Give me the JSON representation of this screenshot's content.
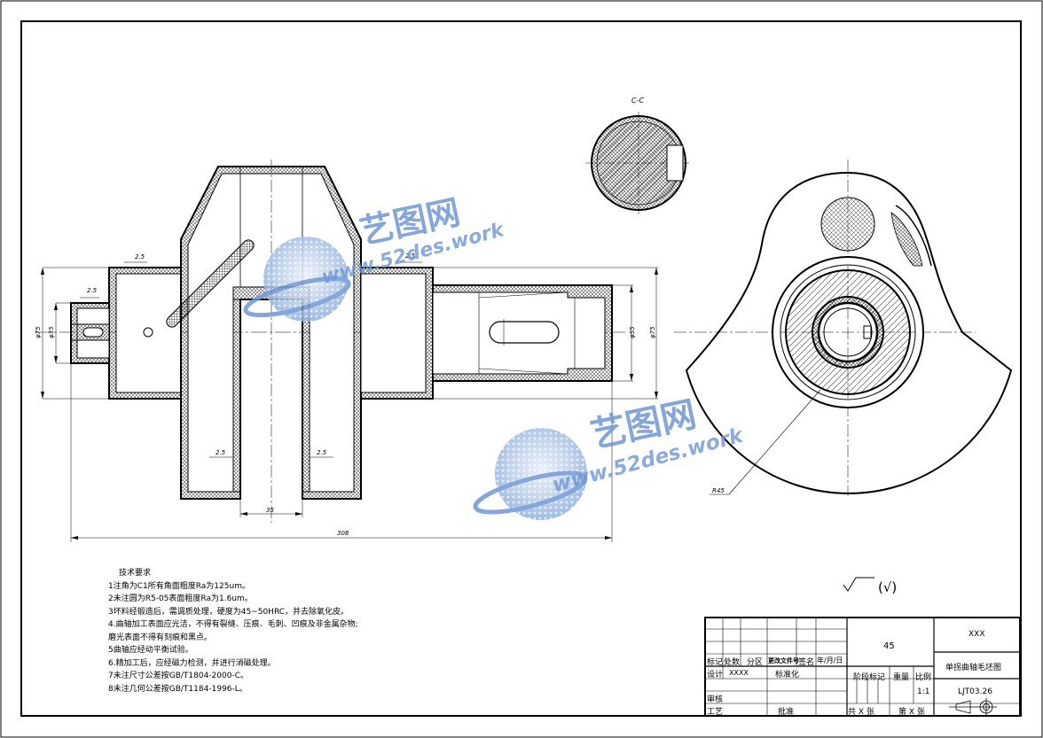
{
  "view_labels": {
    "section_cc": "C-C"
  },
  "dimensions": {
    "d_2_5_a": "2.5",
    "d_2_5_b": "2.5",
    "d_2_5_c": "2.5",
    "d_2_5_d": "2.5",
    "d_2_5_e": "2.5",
    "d_35": "35",
    "d_308": "308",
    "d_phi75_left": "φ75",
    "d_phi35": "φ35",
    "d_phi55": "φ55",
    "d_phi75_right": "φ75",
    "d_r45": "R45"
  },
  "surface_symbol_text": "(√)",
  "technical_requirements": {
    "title": "技术要求",
    "items": [
      "1注角为C1所有角面粗度Ra为125um。",
      "2未注圆为R5-05表面粗度Ra为1.6um。",
      "3坏料经锻造后，需调质处理，硬度为45~50HRC，并去除氧化皮。",
      "4.曲轴加工表面应光洁，不得有裂缝、压痕、毛刺、凹痕及非金属杂物;",
      "磨光表面不得有刻痕和黑点。",
      "5曲轴应经动平衡试验。",
      "6.精加工后，应经磁力检测，并进行消磁处理。",
      "7未注尺寸公差按GB/T1804-2000-C。",
      "8未注几何公差按GB/T1184-1996-L。"
    ]
  },
  "title_block": {
    "material": "45",
    "company": "XXX",
    "drawing_name": "单拐曲轴毛坯图",
    "drawing_number": "LJT03.26",
    "scale": "1:1",
    "labels": {
      "mark": "标记",
      "count": "处数",
      "zone": "分区",
      "change_doc": "更改文件号",
      "signature": "签名",
      "date": "年/月/日",
      "design": "设计",
      "designer": "XXXX",
      "standardization": "标准化",
      "review": "审核",
      "process": "工艺",
      "approve": "批准",
      "stage_mark": "阶段标记",
      "weight": "重量",
      "scale": "比例",
      "total_sheets": "共 X 张",
      "sheet_no": "第 X 张"
    }
  },
  "watermark": {
    "brand": "艺图网",
    "url": "www.52des.work"
  }
}
